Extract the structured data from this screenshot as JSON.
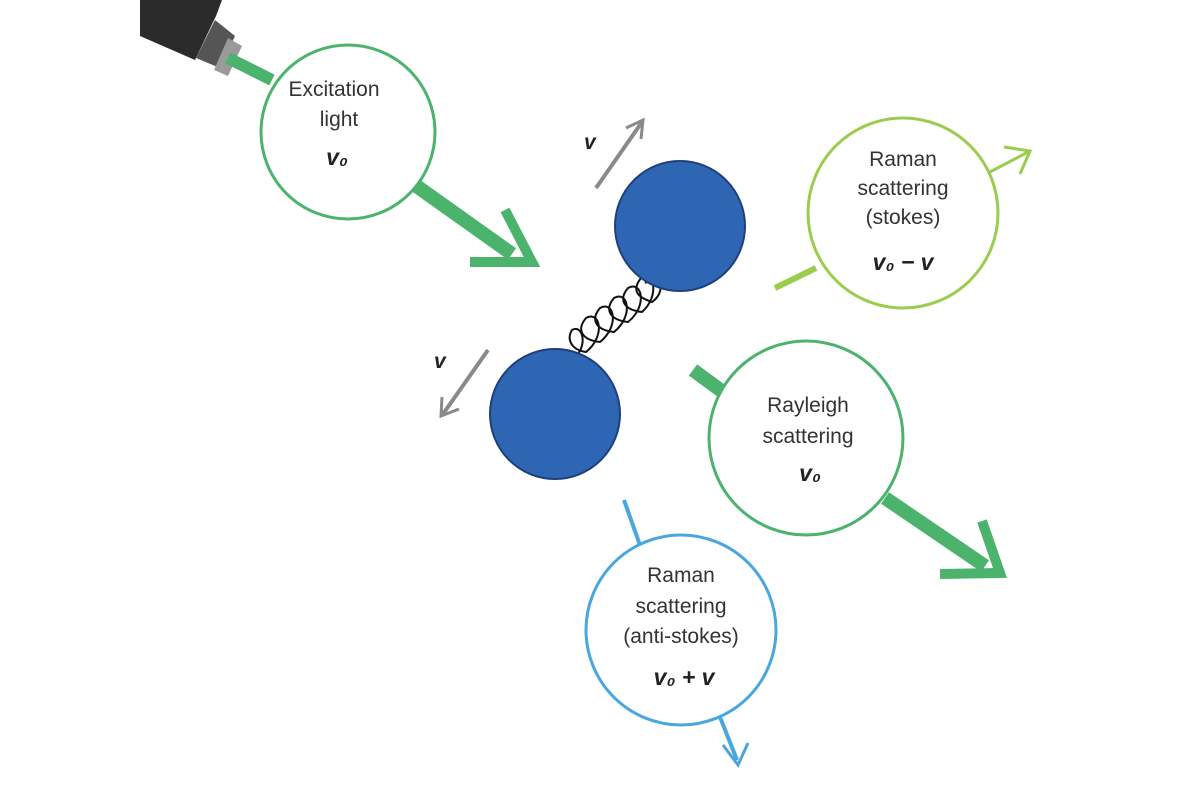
{
  "excitation": {
    "line1": "Excitation",
    "line2": "light",
    "symbol": "v₀"
  },
  "stokes": {
    "line1": "Raman",
    "line2": "scattering",
    "line3": "(stokes)",
    "symbol": "v₀ − v"
  },
  "rayleigh": {
    "line1": "Rayleigh",
    "line2": "scattering",
    "symbol": "v₀"
  },
  "antistokes": {
    "line1": "Raman",
    "line2": "scattering",
    "line3": "(anti-stokes)",
    "symbol": "v₀ + v"
  },
  "molecule": {
    "velocity_upper": "v",
    "velocity_lower": "v",
    "atom_color": "#2f66b3"
  },
  "colors": {
    "excitation": "#4bb36b",
    "stokes": "#9ccc4e",
    "rayleigh": "#4bb36b",
    "antistokes": "#4aa6de",
    "velocity_arrow": "#8a8a8a"
  }
}
